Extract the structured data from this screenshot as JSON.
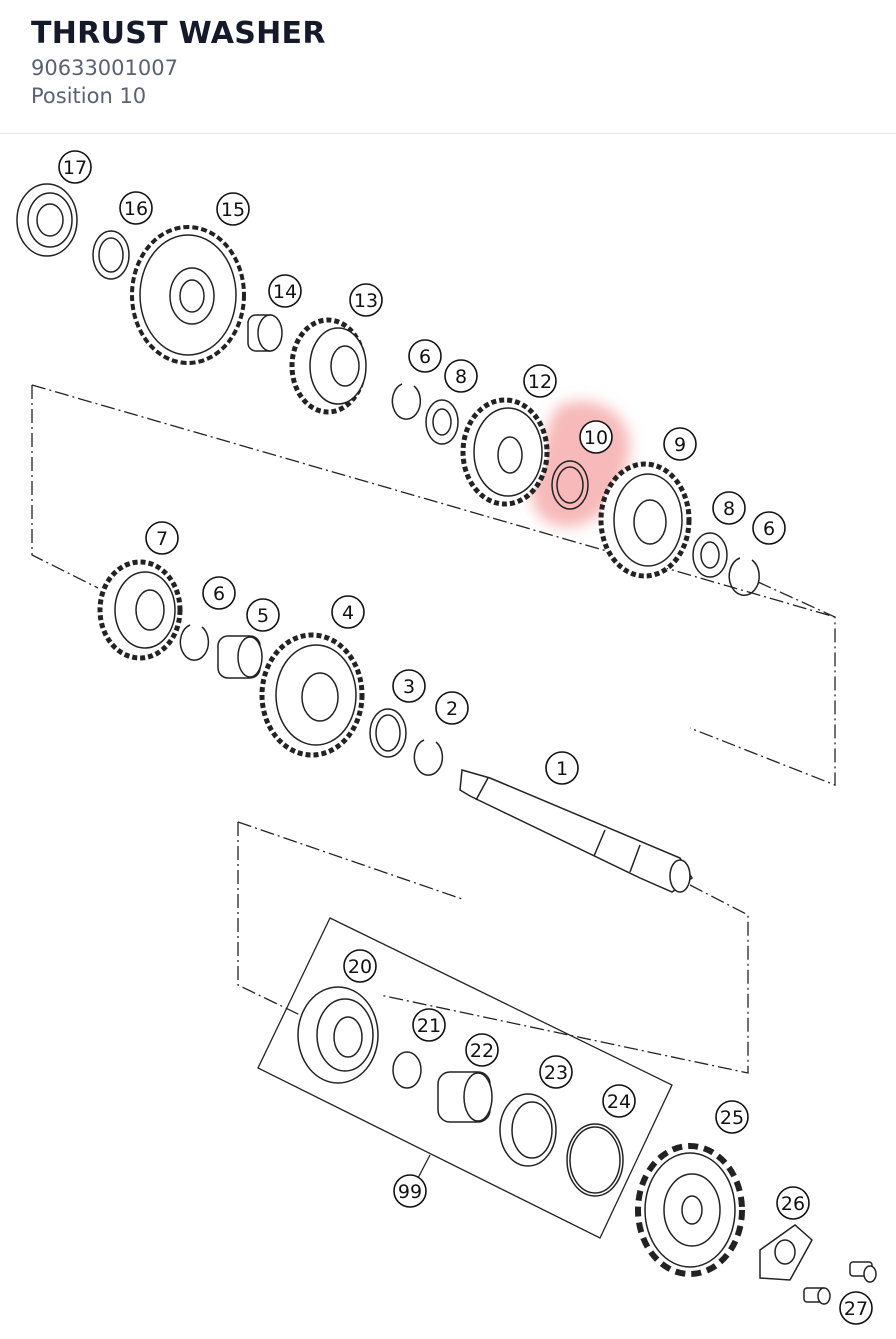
{
  "part": {
    "title": "THRUST WASHER",
    "number": "90633001007",
    "position": "Position 10"
  },
  "diagram": {
    "highlight_color": "#f08080",
    "selected_callout": "10",
    "callouts": {
      "c17": "17",
      "c16": "16",
      "c15": "15",
      "c14": "14",
      "c13": "13",
      "c6a": "6",
      "c8a": "8",
      "c12": "12",
      "c10": "10",
      "c9": "9",
      "c8b": "8",
      "c6b": "6",
      "c7": "7",
      "c6c": "6",
      "c5": "5",
      "c4": "4",
      "c3": "3",
      "c2": "2",
      "c1": "1",
      "c20": "20",
      "c21": "21",
      "c22": "22",
      "c23": "23",
      "c24": "24",
      "c25": "25",
      "c99": "99",
      "c26": "26",
      "c27": "27"
    }
  }
}
